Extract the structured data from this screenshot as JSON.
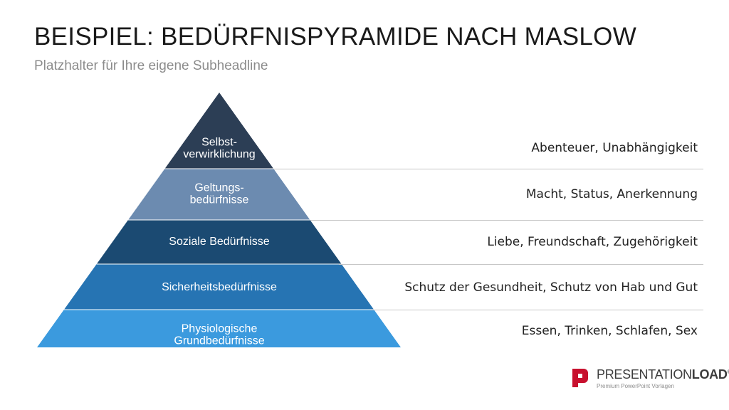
{
  "title": "BEISPIEL: BEDÜRFNISPYRAMIDE NACH MASLOW",
  "subtitle": "Platzhalter für Ihre eigene Subheadline",
  "pyramid": {
    "levels": [
      {
        "label_lines": [
          "Selbst-",
          "verwirklichung"
        ],
        "description": "Abenteuer, Unabhängigkeit",
        "color": "#2c3e55"
      },
      {
        "label_lines": [
          "Geltungs-",
          "bedürfnisse"
        ],
        "description": "Macht, Status, Anerkennung",
        "color": "#6c8bb0"
      },
      {
        "label_lines": [
          "Soziale Bedürfnisse"
        ],
        "description": "Liebe, Freundschaft, Zugehörigkeit",
        "color": "#1b4a72"
      },
      {
        "label_lines": [
          "Sicherheitsbedürfnisse"
        ],
        "description": "Schutz der Gesundheit, Schutz von Hab und Gut",
        "color": "#2674b3"
      },
      {
        "label_lines": [
          "Physiologische",
          "Grundbedürfnisse"
        ],
        "description": "Essen, Trinken, Schlafen, Sex",
        "color": "#3b9ade"
      }
    ]
  },
  "logo": {
    "brand_light": "PRESENTATION",
    "brand_bold": "LOAD",
    "registered": "®",
    "tagline": "Premium PowerPoint Vorlagen",
    "mark_color": "#c8102e"
  }
}
